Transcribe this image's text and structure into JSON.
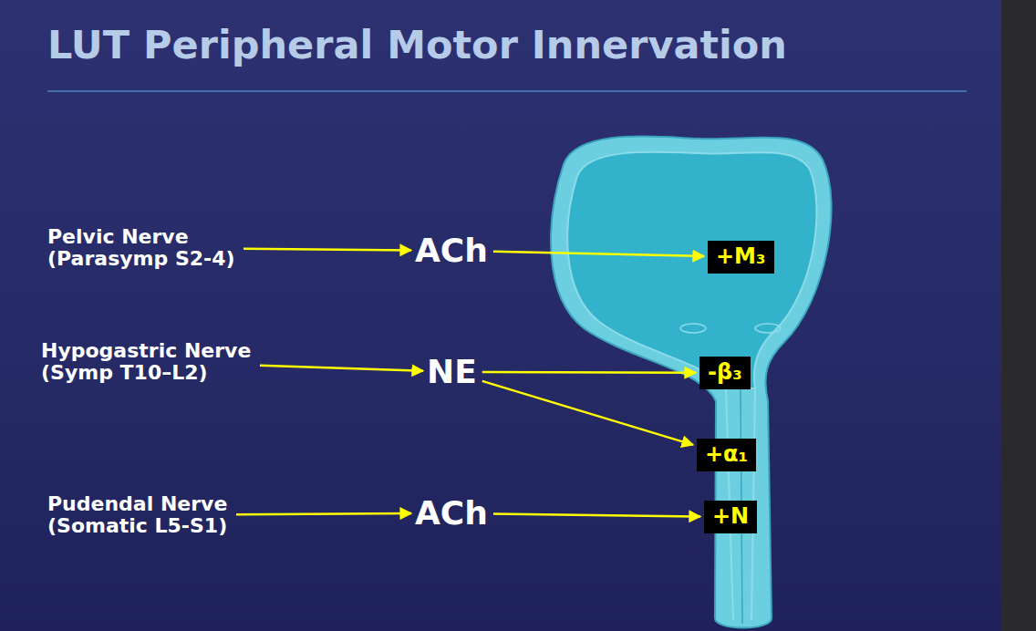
{
  "diagram": {
    "title": "LUT Peripheral Motor Innervation",
    "nodes": [
      {
        "text": [
          "Pelvic Nerve (Parasymp S2-4)"
        ]
      },
      {
        "text": [
          "ACh"
        ]
      },
      {
        "text": [
          "+M₃"
        ]
      },
      {
        "text": [
          "Hypogastric Nerve (Symp T10–L2)"
        ]
      },
      {
        "text": [
          "NE"
        ]
      },
      {
        "text": [
          "-β₃"
        ]
      },
      {
        "text": [
          "+α₁"
        ]
      },
      {
        "text": [
          "Pudendal Nerve (Somatic L5-S1)"
        ]
      },
      {
        "text": [
          "ACh"
        ]
      },
      {
        "text": [
          "+N"
        ]
      }
    ],
    "edges": [
      {
        "from": 0,
        "to": 1,
        "arrow": "to"
      },
      {
        "from": 1,
        "to": 2,
        "arrow": "to"
      },
      {
        "from": 3,
        "to": 4,
        "arrow": "to"
      },
      {
        "from": 4,
        "to": 5,
        "arrow": "to"
      },
      {
        "from": 4,
        "to": 6,
        "arrow": "to"
      },
      {
        "from": 7,
        "to": 8,
        "arrow": "to"
      },
      {
        "from": 8,
        "to": 9,
        "arrow": "to"
      }
    ]
  }
}
